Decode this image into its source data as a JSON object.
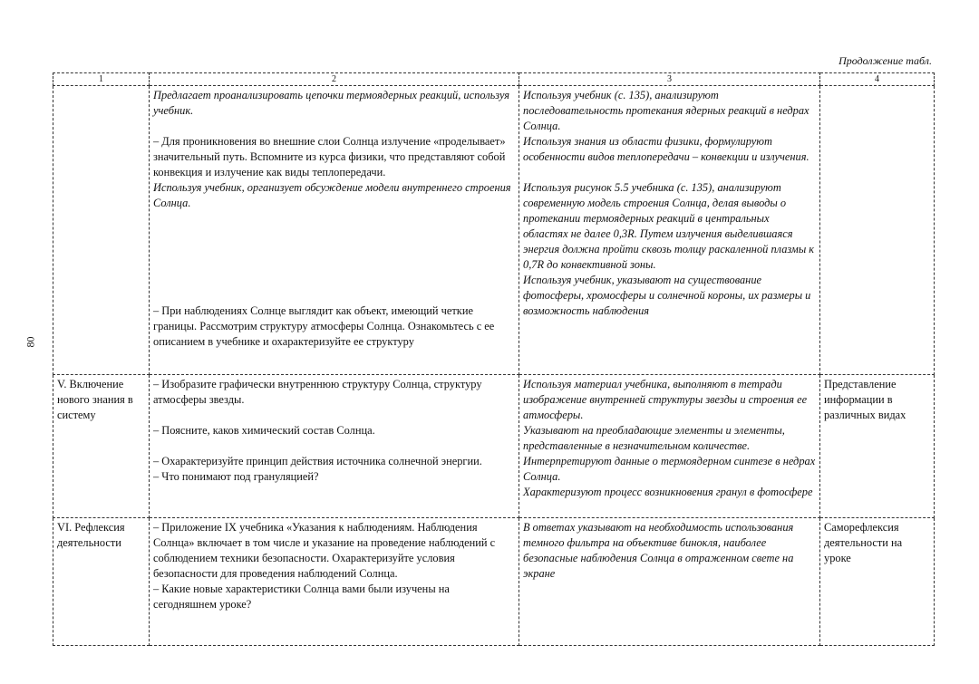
{
  "page": {
    "continuation_label": "Продолжение табл.",
    "page_number": "80"
  },
  "table": {
    "headers": [
      "1",
      "2",
      "3",
      "4"
    ],
    "rows": [
      {
        "stage": "",
        "teacher": [
          {
            "text": "Предлагает проанализировать цепочки термоядерных реакций, используя учебник.",
            "italic": true
          },
          {
            "text": "– Для проникновения во внешние слои Солнца излучение «проделывает» значительный путь. Вспомните из курса физики, что представляют собой конвекция и излучение как виды теплопередачи.",
            "italic": false
          },
          {
            "text": "Используя учебник, организует обсуждение модели внутреннего строения Солнца.",
            "italic": true
          },
          {
            "text": "– При наблюдениях Солнце выглядит как объект, имеющий четкие границы. Рассмотрим структуру атмосферы Солнца. Ознакомьтесь с ее описанием в учебнике и охарактеризуйте ее структуру",
            "italic": false
          }
        ],
        "students": [
          "Используя учебник (с. 135), анализируют последовательность протекания ядерных реакций в недрах Солнца.",
          "Используя знания из области физики, формулируют особенности видов теплопередачи – конвекции и излучения.",
          "Используя рисунок 5.5 учебника (с. 135), анализируют современную модель строения Солнца, делая выводы о протекании термоядерных реакций в центральных областях не далее 0,3R. Путем излучения выделившаяся энергия должна пройти сквозь толщу раскаленной плазмы к 0,7R до конвективной зоны.",
          "Используя учебник, указывают на существование фотосферы, хромосферы и солнечной короны, их размеры и возможность наблюдения"
        ],
        "result": ""
      },
      {
        "stage": "V. Включение нового знания в систему",
        "teacher": [
          "– Изобразите графически внутреннюю структуру Солнца, структуру атмосферы звезды.",
          "– Поясните, каков химический состав Солнца.",
          "– Охарактеризуйте принцип действия источника солнечной энергии.",
          "– Что понимают под грануляцией?"
        ],
        "students": [
          "Используя материал учебника, выполняют в тетради изображение внутренней структуры звезды и строения ее атмосферы.",
          "Указывают на преобладающие элементы и элементы, представленные в незначительном количестве.",
          "Интерпретируют данные о термоядерном синтезе в недрах Солнца.",
          "Характеризуют процесс возникновения гранул в фотосфере"
        ],
        "result": "Представление информации в различных видах"
      },
      {
        "stage": "VI. Рефлексия деятельности",
        "teacher": [
          "– Приложение IX учебника «Указания к наблюдениям. Наблюдения Солнца» включает в том числе и указание на проведение наблюдений с соблюдением техники безопасности. Охарактеризуйте условия безопасности для проведения наблюдений Солнца.",
          "– Какие новые характеристики Солнца вами были изучены на сегодняшнем уроке?"
        ],
        "students": [
          "В ответах указывают на необходимость использования темного фильтра на объективе бинокля, наиболее безопасные наблюдения Солнца в отраженном свете на экране"
        ],
        "result": "Саморефлексия деятельности на уроке"
      }
    ]
  }
}
